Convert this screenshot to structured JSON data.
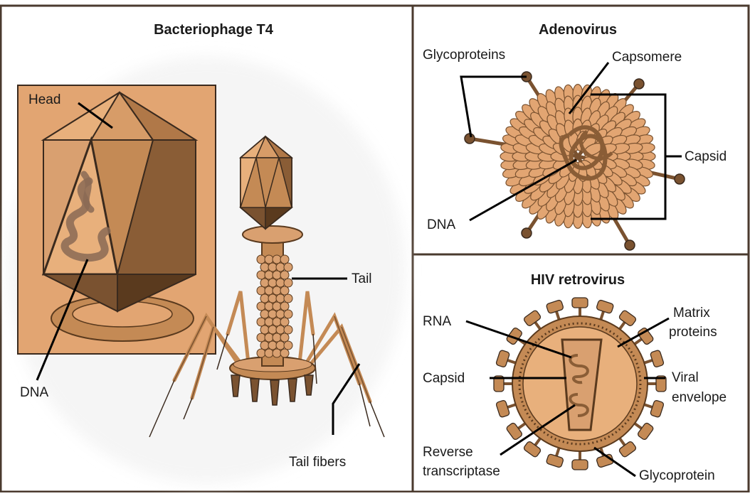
{
  "panels": {
    "t4": {
      "title": "Bacteriophage T4",
      "labels": {
        "head": "Head",
        "dna": "DNA",
        "tail": "Tail",
        "tail_fibers": "Tail fibers"
      }
    },
    "adeno": {
      "title": "Adenovirus",
      "labels": {
        "glycoproteins": "Glycoproteins",
        "capsomere": "Capsomere",
        "capsid": "Capsid",
        "dna": "DNA"
      }
    },
    "hiv": {
      "title": "HIV retrovirus",
      "labels": {
        "rna": "RNA",
        "capsid": "Capsid",
        "matrix_1": "Matrix",
        "matrix_2": "proteins",
        "envelope_1": "Viral",
        "envelope_2": "envelope",
        "rt_1": "Reverse",
        "rt_2": "transcriptase",
        "glycoprotein": "Glycoprotein"
      }
    }
  },
  "colors": {
    "border": "#4a3a2e",
    "virus_light": "#e8b07c",
    "virus_mid": "#c48a55",
    "virus_dark": "#7a5230",
    "virus_darkest": "#5a3a1e",
    "box_fill": "#e2a572"
  }
}
